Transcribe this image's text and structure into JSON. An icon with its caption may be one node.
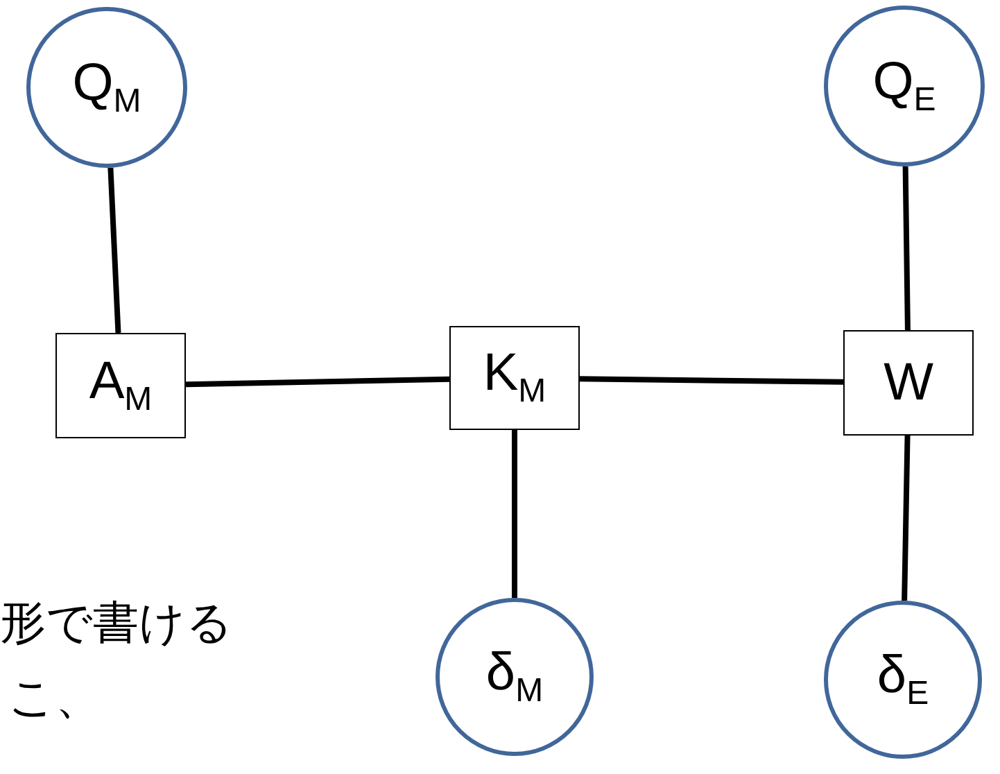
{
  "diagram": {
    "nodes": [
      {
        "text": [
          "Q$_{M}$"
        ]
      },
      {
        "text": [
          "Q$_{E}$"
        ]
      },
      {
        "text": [
          "A$_{M}$"
        ]
      },
      {
        "text": [
          "K$_{M}$"
        ]
      },
      {
        "text": [
          "W"
        ]
      },
      {
        "text": [
          "δ$_{M}$"
        ]
      },
      {
        "text": [
          "δ$_{E}$"
        ]
      }
    ],
    "edges": [
      {
        "from": 0,
        "to": 2,
        "arrow": "none"
      },
      {
        "from": 2,
        "to": 3,
        "arrow": "none"
      },
      {
        "from": 3,
        "to": 4,
        "arrow": "none"
      },
      {
        "from": 1,
        "to": 4,
        "arrow": "none"
      },
      {
        "from": 3,
        "to": 5,
        "arrow": "none"
      },
      {
        "from": 4,
        "to": 6,
        "arrow": "none"
      }
    ],
    "labels": [
      "形で書ける",
      "こ、"
    ]
  }
}
